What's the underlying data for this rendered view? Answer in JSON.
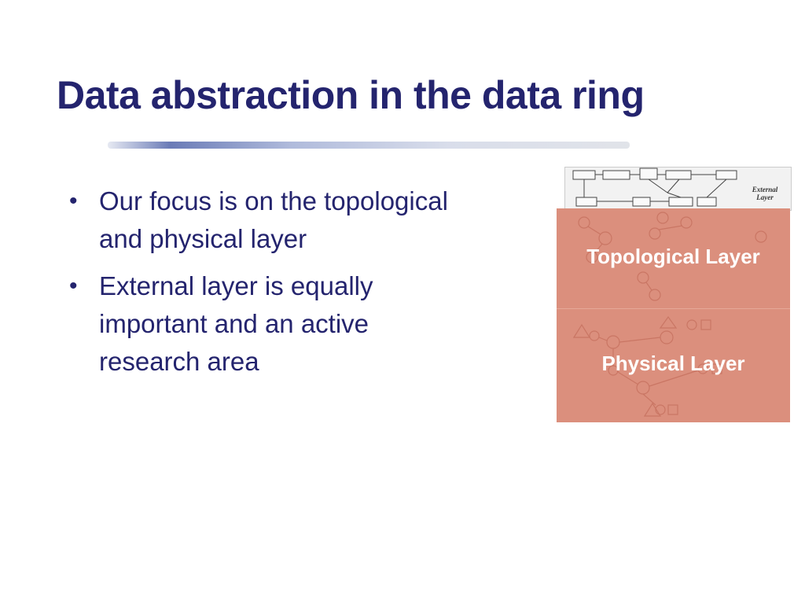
{
  "slide": {
    "title": "Data abstraction in the data ring",
    "bullets": [
      {
        "marker": "•",
        "text": "Our focus is on the topological and physical layer"
      },
      {
        "marker": "•",
        "text": "External layer is equally important and an active research area"
      }
    ]
  },
  "diagram": {
    "external_layer_label": "External Layer",
    "topological_layer_label": "Topological Layer",
    "physical_layer_label": "Physical Layer"
  },
  "colors": {
    "title": "#24246e",
    "text": "#24246e",
    "layer_fill": "#db8f7d",
    "layer_label": "#ffffff"
  }
}
